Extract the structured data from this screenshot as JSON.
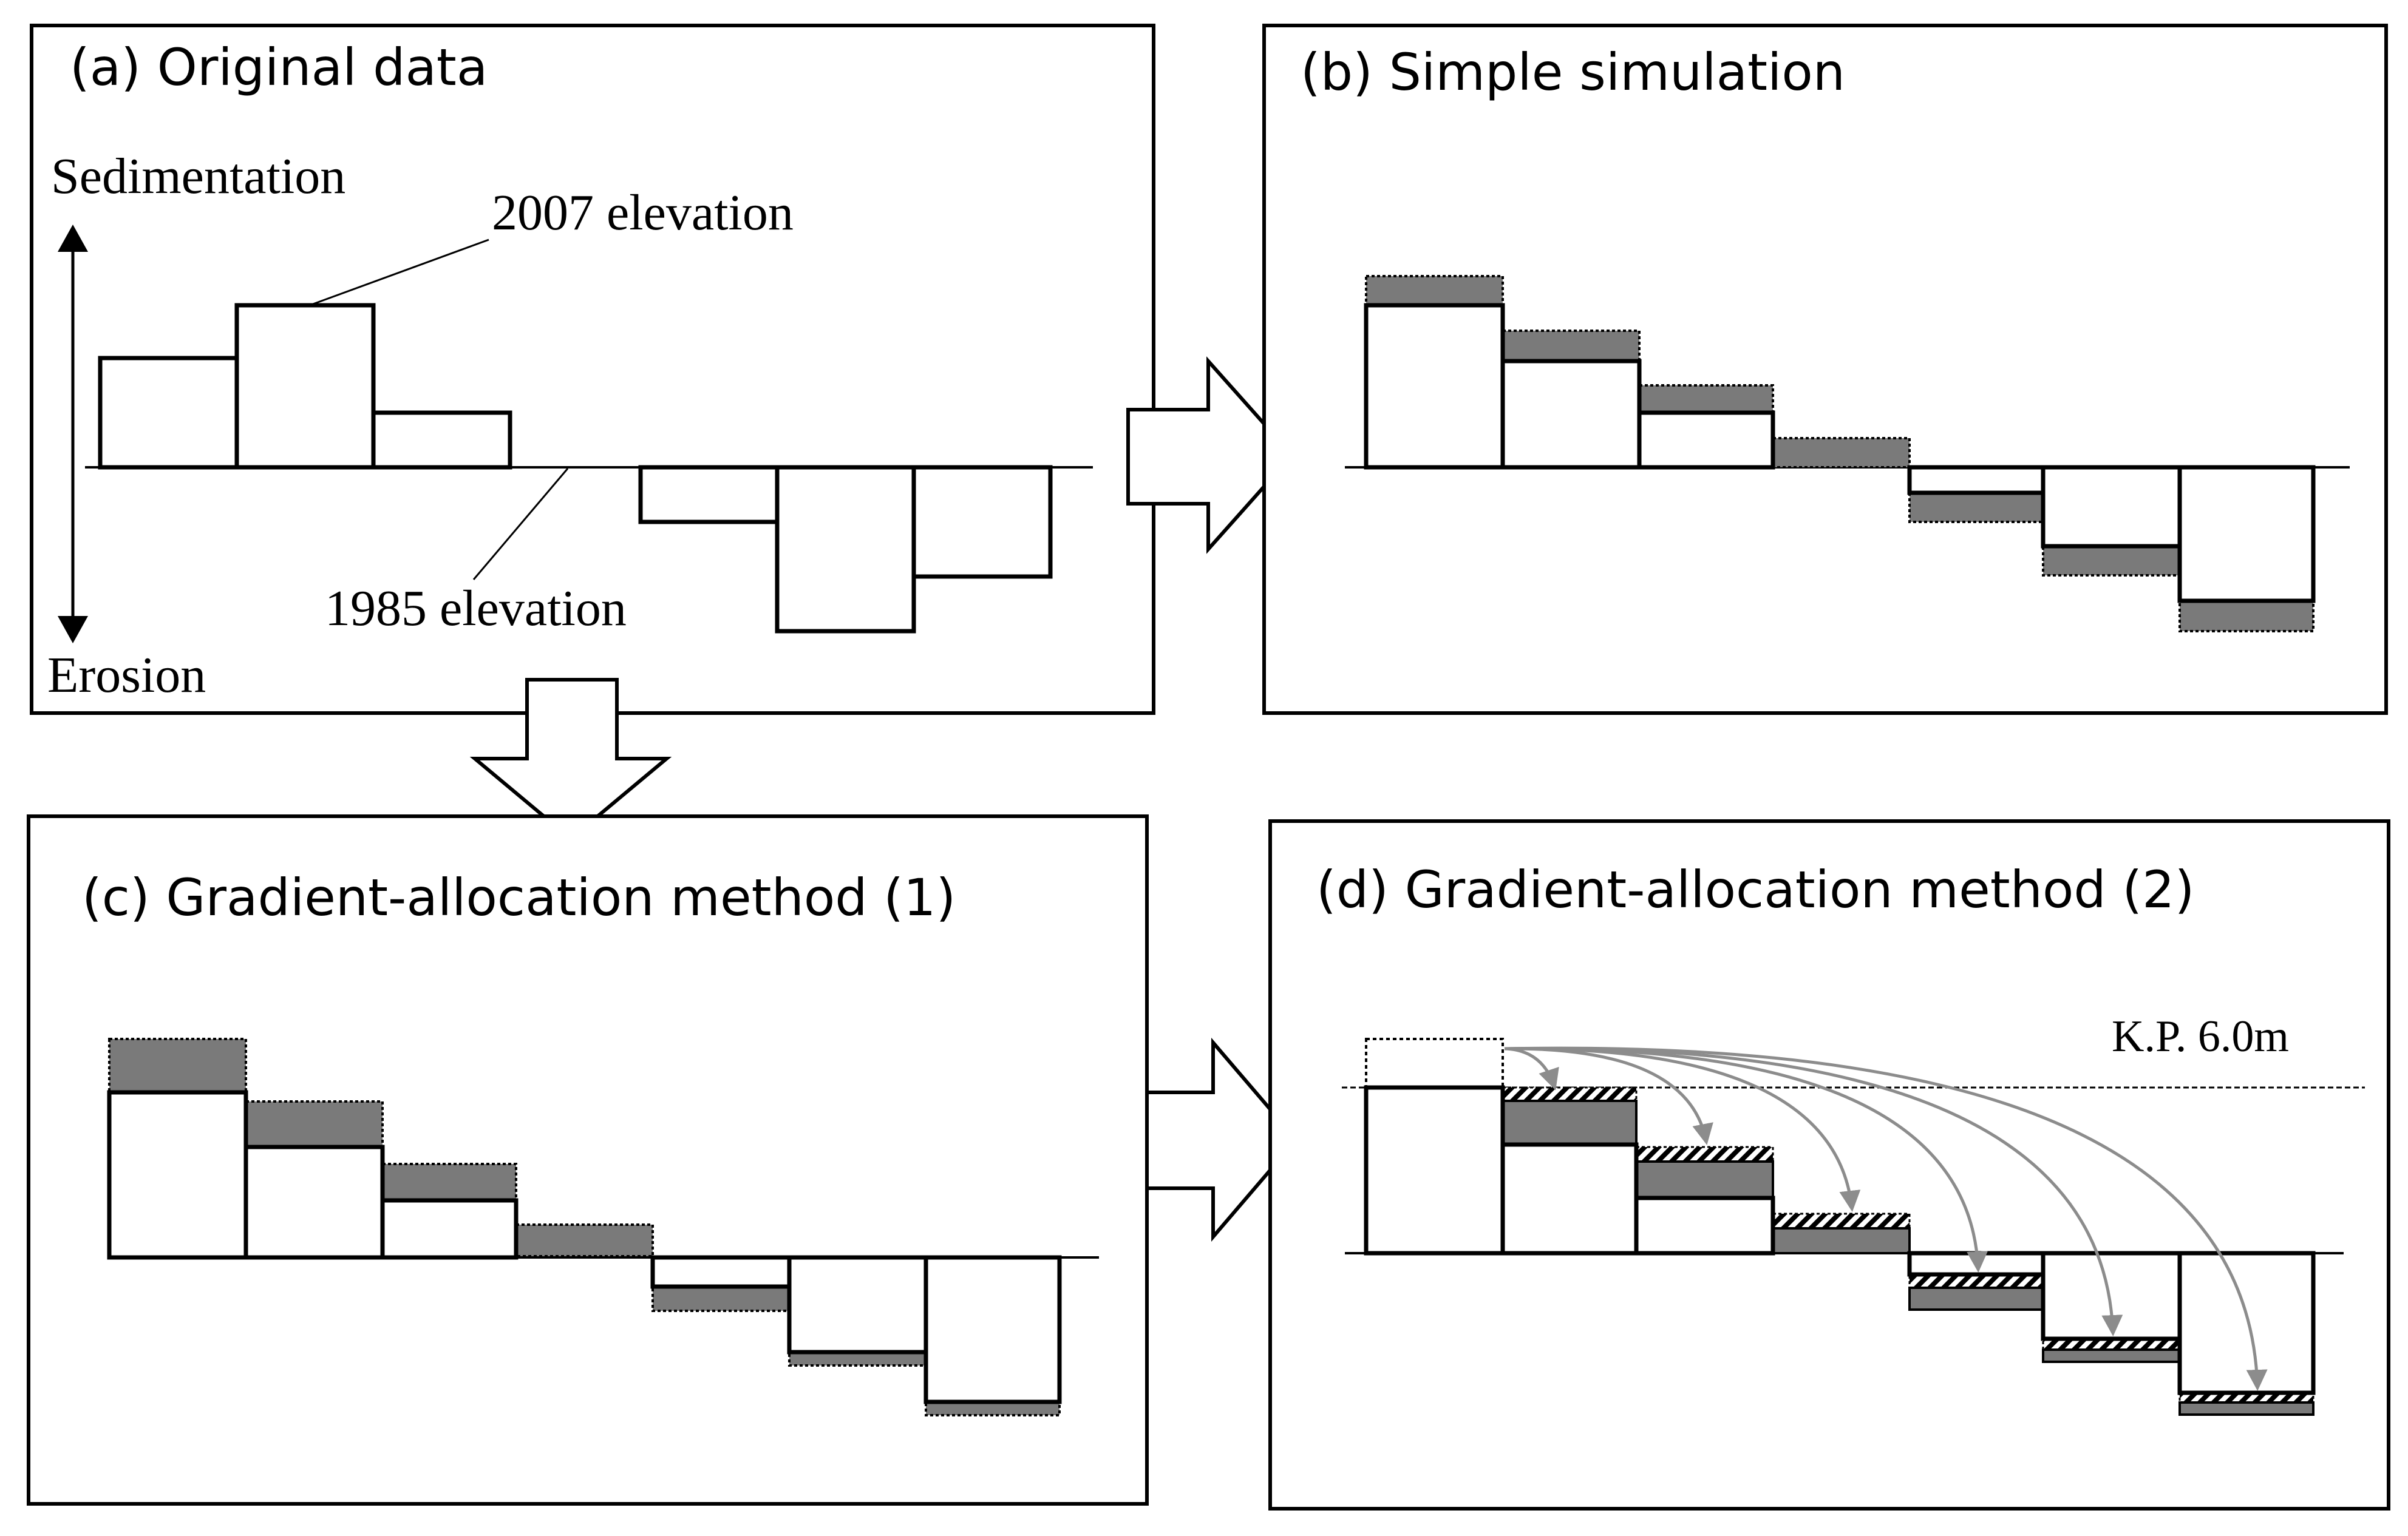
{
  "panels": {
    "a": {
      "title": "(a) Original data",
      "label_sedimentation": "Sedimentation",
      "label_erosion": "Erosion",
      "label_2007": "2007 elevation",
      "label_1985": "1985 elevation"
    },
    "b": {
      "title": "(b) Simple simulation"
    },
    "c": {
      "title": "(c) Gradient-allocation method (1)"
    },
    "d": {
      "title": "(d) Gradient-allocation method (2)",
      "label_kp": "K.P. 6.0m"
    }
  },
  "colors": {
    "line": "#000000",
    "shade": "#7a7a7a",
    "arrow_gray": "#8c8c8c",
    "background": "#ffffff"
  }
}
